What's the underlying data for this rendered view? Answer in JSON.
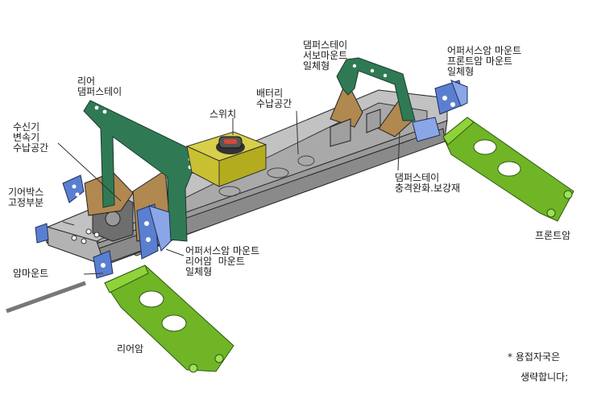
{
  "labels": {
    "rear_damper_stay": "리어\n댐퍼스테이",
    "receiver_storage": "수신기\n변속기\n수납공간",
    "gearbox_mount": "기어박스\n고정부분",
    "arm_mount": "암마운트",
    "switch": "스위치",
    "battery_storage": "배터리\n수납공간",
    "damper_stay_servo": "댐퍼스테이\n서보마운트\n일체형",
    "front_absorber_mount": "어퍼서스암 마운트\n프론트암 마운트\n일체형",
    "damper_reinforce": "댐퍼스테이\n충격완화.보강재",
    "rear_absorber_mount": "어퍼서스암 마운트\n리어암  마운트\n일체형",
    "front_arm": "프론트암",
    "rear_arm": "리어암"
  },
  "note": {
    "line1": "* 용접자국은",
    "line2": "생략합니다;"
  },
  "colors": {
    "frame": "#b3b3b3",
    "damper_stay": "#2f7a55",
    "arm": "#6fb526",
    "mount": "#5b7fd0",
    "plate": "#b08850",
    "switch_block": "#c8c030"
  }
}
